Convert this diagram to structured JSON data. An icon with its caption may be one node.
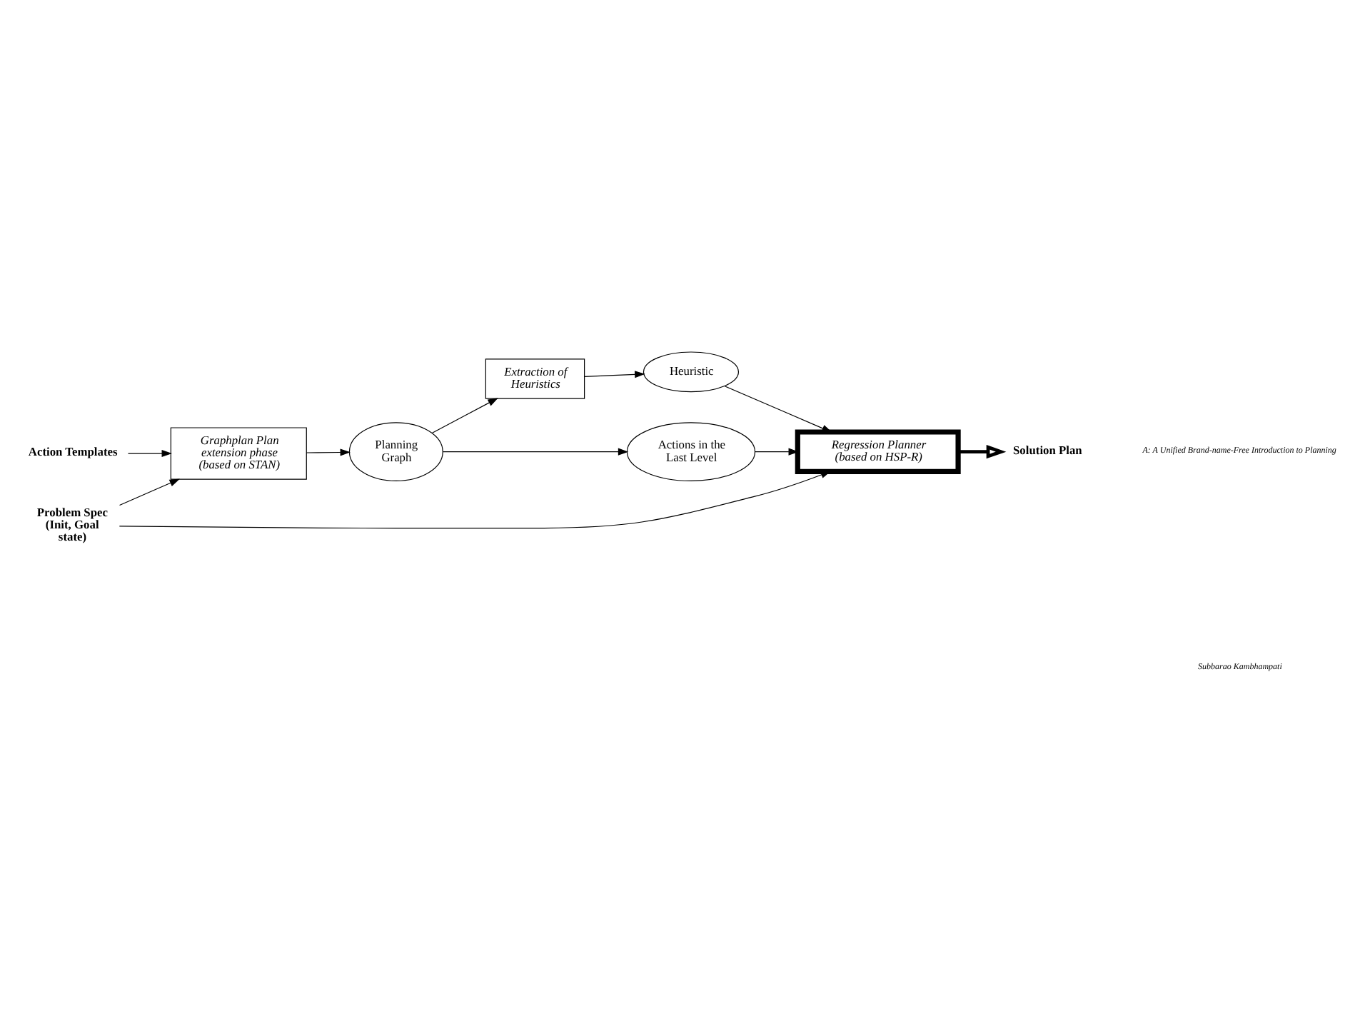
{
  "diagram": {
    "nodes": [
      {
        "text": [
          "Action Templates"
        ]
      },
      {
        "text": [
          "Graphplan Plan extension phase (based on STAN)"
        ]
      },
      {
        "text": [
          "Planning Graph"
        ]
      },
      {
        "text": [
          "Extraction of Heuristics"
        ]
      },
      {
        "text": [
          "Actions in the Last Level"
        ]
      },
      {
        "text": [
          "Heuristic"
        ]
      },
      {
        "text": [
          "Problem Spec (Init, Goal state)"
        ]
      },
      {
        "text": [
          "Regression Planner (based on HSP-R)"
        ]
      },
      {
        "text": [
          "Solution Plan"
        ]
      }
    ],
    "edges": [
      {
        "from": 0,
        "to": 1,
        "arrow": "to"
      },
      {
        "from": 6,
        "to": 1,
        "arrow": "to"
      },
      {
        "from": 1,
        "to": 2,
        "arrow": "to"
      },
      {
        "from": 2,
        "to": 3,
        "arrow": "to"
      },
      {
        "from": 2,
        "to": 4,
        "arrow": "to"
      },
      {
        "from": 3,
        "to": 5,
        "arrow": "to"
      },
      {
        "from": 4,
        "to": 7,
        "arrow": "to"
      },
      {
        "from": 5,
        "to": 7,
        "arrow": "to"
      },
      {
        "from": 6,
        "to": 7,
        "arrow": "to"
      },
      {
        "from": 7,
        "to": 8,
        "arrow": "to",
        "style": "thick"
      }
    ],
    "labels": [
      "A: A Unified Brand-name-Free Introduction to Planning",
      "Subbarao Kambhampati"
    ]
  }
}
